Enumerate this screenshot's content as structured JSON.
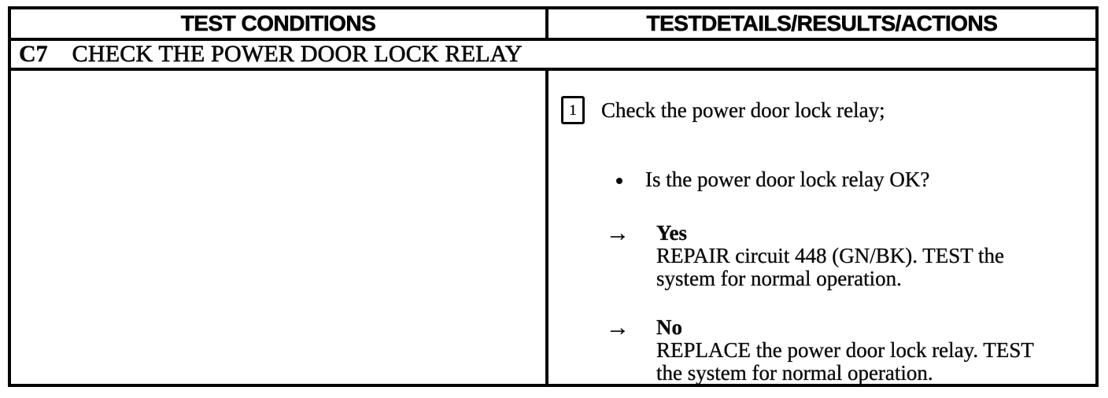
{
  "table": {
    "columns": {
      "left_header": "TEST CONDITIONS",
      "right_header": "TESTDETAILS/RESULTS/ACTIONS"
    },
    "test_row": {
      "code": "C7",
      "title": "CHECK THE POWER DOOR LOCK RELAY"
    },
    "details": {
      "step_number": "1",
      "step_text": "Check the power door lock relay;",
      "question": "Is the power door lock relay OK?",
      "arrow_glyph": "→",
      "results": [
        {
          "answer": "Yes",
          "line1": "REPAIR circuit 448 (GN/BK). TEST the",
          "line2": "system for normal operation."
        },
        {
          "answer": "No",
          "line1": "REPLACE the power door lock relay. TEST",
          "line2": "the system for normal operation."
        }
      ]
    }
  }
}
